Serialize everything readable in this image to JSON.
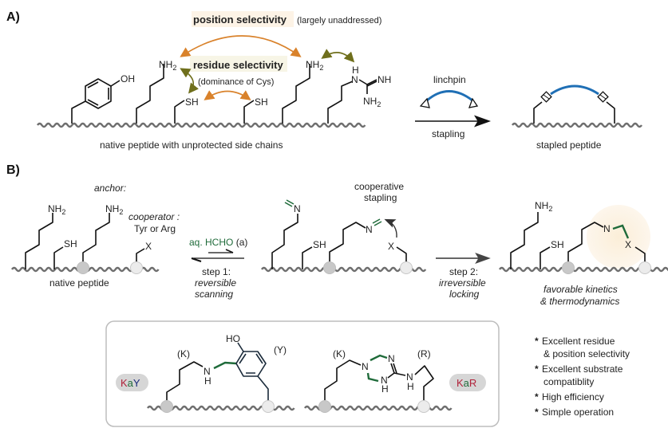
{
  "panelA": {
    "label": "A)",
    "position_selectivity": "position selectivity",
    "position_note": "(largely unaddressed)",
    "residue_selectivity": "residue selectivity",
    "residue_note": "(dominance of Cys)",
    "groups": {
      "oh": "OH",
      "nh2": "NH",
      "sub2": "2",
      "sh": "SH",
      "nh": "NH",
      "h": "H"
    },
    "native_caption": "native peptide with unprotected side chains",
    "reagent": "linchpin",
    "arrow_label": "stapling",
    "stapled_caption": "stapled peptide",
    "colors": {
      "position": "#d9822b",
      "residue": "#7a7a1e",
      "amine": "#b0223a",
      "linchpin": "#1f6fb5"
    }
  },
  "panelB": {
    "label": "B)",
    "anchor_label": "anchor:",
    "cooperator_label": "cooperator :",
    "cooperator_options": "Tyr or Arg",
    "x_group": "X",
    "native_caption": "native peptide",
    "reagent": "aq. HCHO",
    "reagent_suffix": "(a)",
    "step1": {
      "title": "step 1:",
      "line1": "reversible",
      "line2": "scanning"
    },
    "cooperative_label_1": "cooperative",
    "cooperative_label_2": "stapling",
    "imine_n": "N",
    "step2": {
      "title": "step 2:",
      "line1": "irreversible",
      "line2": "locking"
    },
    "product_caption_1": "favorable kinetics",
    "product_caption_2": "& thermodynamics",
    "colors": {
      "formaldehyde": "#1f6b3a",
      "x": "#1a2a7a",
      "glow": "#fbf1e2"
    }
  },
  "examples": {
    "kay": {
      "badge": [
        "K",
        "a",
        "Y"
      ],
      "k_label": "(K)",
      "y_label": "(Y)",
      "ho": "HO",
      "n": "N",
      "h": "H"
    },
    "kar": {
      "badge": [
        "K",
        "a",
        "R"
      ],
      "k_label": "(K)",
      "r_label": "(R)",
      "n": "N",
      "h": "H"
    },
    "badge_colors": {
      "K": "#b0223a",
      "a": "#1f6b3a",
      "Y": "#1a2a7a",
      "R": "#b0223a"
    }
  },
  "advantages": [
    {
      "line1": "Excellent residue",
      "line2": "& position selectivity"
    },
    {
      "line1": "Excellent substrate",
      "line2": "compatiblity"
    },
    {
      "line1": "High efficiency",
      "line2": ""
    },
    {
      "line1": "Simple operation",
      "line2": ""
    }
  ],
  "bullet_symbol": "*"
}
